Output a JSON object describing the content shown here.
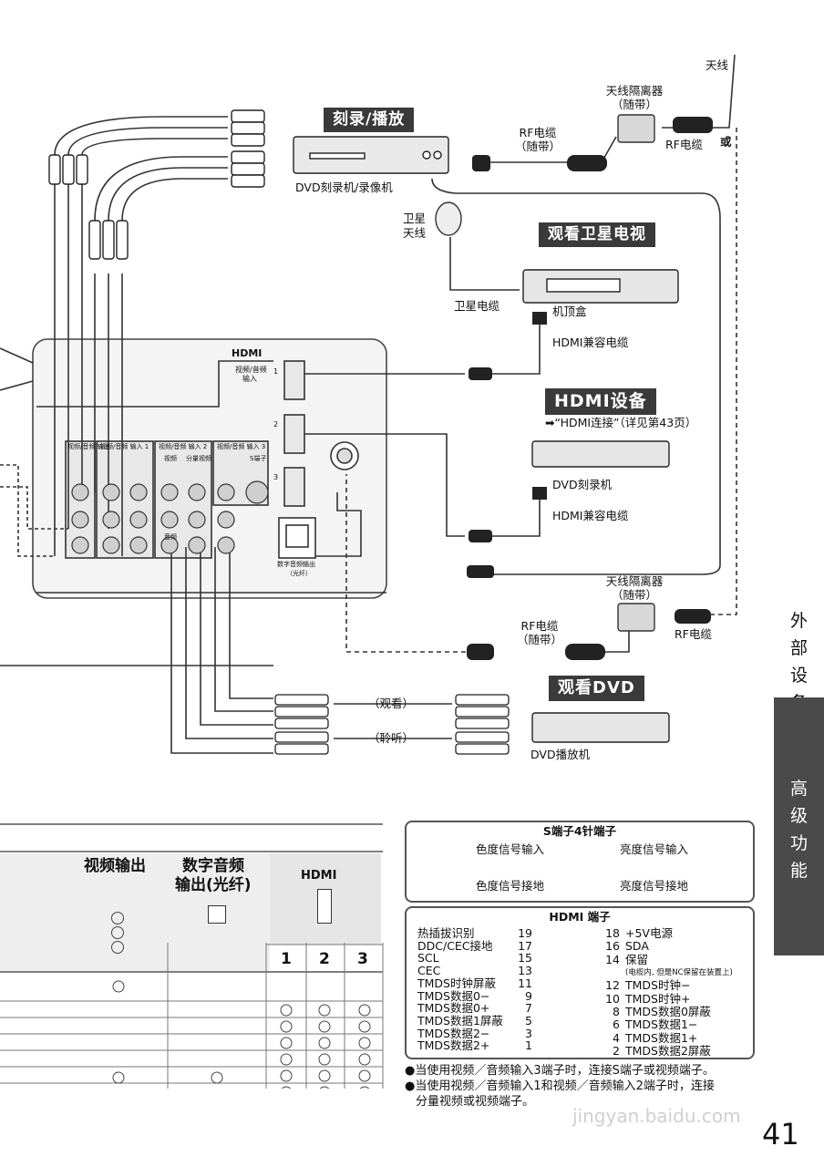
{
  "headers": {
    "record_play": "刻录/播放",
    "satellite": "观看卫星电视",
    "hdmi_device": "HDMI设备",
    "watch_dvd": "观看DVD"
  },
  "labels": {
    "antenna": "天线",
    "antenna_separator_1": "天线隔离器",
    "included_1": "（随带）",
    "rf_cable_1": "RF电缆",
    "rf_included_1": "（随带）",
    "rf_cable_2": "RF电缆",
    "or": "或",
    "dvd_recorder_vcr": "DVD刻录机/录像机",
    "satellite_antenna_1": "卫星",
    "satellite_antenna_2": "天线",
    "satellite_cable": "卫星电缆",
    "set_top_box": "机顶盒",
    "hdmi_cable_1": "HDMI兼容电缆",
    "hdmi_connect_ref": "➡“HDMI连接”（详见第43页）",
    "dvd_recorder": "DVD刻录机",
    "hdmi_cable_2": "HDMI兼容电缆",
    "antenna_separator_2": "天线隔离器",
    "included_2": "（随带）",
    "rf_cable_3": "RF电缆",
    "rf_included_3": "（随带）",
    "rf_cable_4": "RF电缆",
    "watch": "（观看）",
    "listen": "（聆听）",
    "dvd_player": "DVD播放机"
  },
  "panel": {
    "hdmi_logo": "HDMI",
    "av_input": "视频/音频",
    "av_input_2": "输入",
    "port1": "1",
    "port2": "2",
    "port3": "3",
    "out_label": "视频/音频 输出",
    "in1_label": "视频/音频 输入 1",
    "in2_label": "视频/音频 输入 2",
    "in3_label": "视频/音频 输入 3",
    "video": "视频",
    "component": "分量视频",
    "audio": "音频",
    "s_terminal": "S端子",
    "digital_audio_out": "数字音频输出",
    "optical": "（光纤）"
  },
  "side": {
    "external_device": [
      "外",
      "部",
      "设",
      "备"
    ],
    "advanced": [
      "高",
      "级",
      "功",
      "能"
    ]
  },
  "table": {
    "video_out": "视频输出",
    "digital_audio_out_1": "数字音频",
    "digital_audio_out_2": "输出(光纤)",
    "hdmi": "HDMI",
    "hdmi_ports": [
      "1",
      "2",
      "3"
    ]
  },
  "s_terminal_box": {
    "title": "S端子4针端子",
    "chroma_in": "色度信号输入",
    "luma_in": "亮度信号输入",
    "chroma_gnd": "色度信号接地",
    "luma_gnd": "亮度信号接地"
  },
  "hdmi_box": {
    "title": "HDMI 端子",
    "left": [
      "热插拔识别",
      "DDC/CEC接地",
      "SCL",
      "CEC",
      "TMDS时钟屏蔽",
      "TMDS数据0−",
      "TMDS数据0+",
      "TMDS数据1屏蔽",
      "TMDS数据2−",
      "TMDS数据2+"
    ],
    "left_pins": [
      "19",
      "17",
      "15",
      "13",
      "11",
      "9",
      "7",
      "5",
      "3",
      "1"
    ],
    "right_pins": [
      "18",
      "16",
      "14",
      "12",
      "10",
      "8",
      "6",
      "4",
      "2"
    ],
    "right": [
      "+5V电源",
      "SDA",
      "保留",
      "TMDS时钟−",
      "TMDS时钟+",
      "TMDS数据0屏蔽",
      "TMDS数据1−",
      "TMDS数据1+",
      "TMDS数据2屏蔽"
    ],
    "reserved_note": "(电缆内, 但是NC保留在装置上)"
  },
  "notes": [
    "●当使用视频／音频输入3端子时，连接S端子或视频端子。",
    "●当使用视频／音频输入1和视频／音频输入2端子时，连接",
    "分量视频或视频端子。"
  ],
  "page_number": "41",
  "watermark": "jingyan.baidu.com",
  "colors": {
    "header_bg": "#3a3a3a",
    "side_tab": "#4a4a4a"
  }
}
